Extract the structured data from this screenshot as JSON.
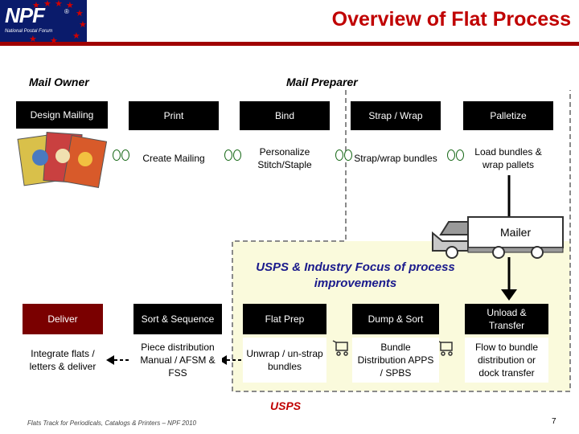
{
  "header": {
    "title": "Overview of Flat Process",
    "logo_text": "NPF",
    "logo_mark": "®",
    "logo_subtitle": "National Postal Forum"
  },
  "sections": {
    "mail_owner": "Mail Owner",
    "mail_preparer": "Mail Preparer"
  },
  "owner": {
    "design_mailing": "Design Mailing"
  },
  "preparer_row_top": [
    "Print",
    "Bind",
    "Strap / Wrap",
    "Palletize"
  ],
  "preparer_row_bottom": [
    "Create Mailing",
    "Personalize Stitch/Staple",
    "Strap/wrap bundles",
    "Load bundles & wrap pallets"
  ],
  "mailer": "Mailer",
  "usps_focus": "USPS & Industry Focus of process improvements",
  "usps_row_top": [
    "Unload & Transfer",
    "Dump & Sort",
    "Flat Prep",
    "Sort & Sequence",
    "Deliver"
  ],
  "usps_row_bottom": [
    "Flow to bundle distribution or dock transfer",
    "Bundle Distribution APPS / SPBS",
    "Unwrap / un-strap bundles",
    "Piece distribution Manual / AFSM & FSS",
    "Integrate flats / letters & deliver"
  ],
  "usps_label": "USPS",
  "footer": {
    "note": "Flats Track for Periodicals, Catalogs & Printers – NPF 2010",
    "page_number": "7"
  },
  "colors": {
    "title_red": "#c00000",
    "logo_navy": "#0a1b6b",
    "dark_box": "#000000",
    "deliver_box": "#7a0000",
    "focus_blue": "#1a1a8c",
    "region_fill": "#fafadc",
    "connector_green": "#1a6a1a"
  }
}
